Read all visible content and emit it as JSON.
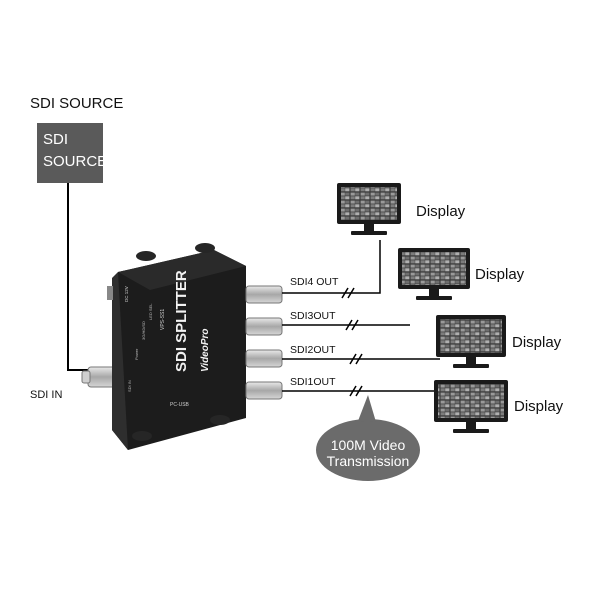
{
  "source": {
    "title": "SDI SOURCE",
    "box_text": "SDI SOURCE"
  },
  "input_label": "SDI IN",
  "device": {
    "name": "SDI SPLITTER",
    "brand": "VideoPro",
    "model": "VPS-SS1",
    "power": "DC 12V",
    "mode": "PC-USB",
    "side_labels": [
      "SDI IN",
      "Power",
      "3G/HD/SD",
      "LED SEL"
    ]
  },
  "outputs": [
    {
      "label": "SDI4 OUT",
      "display": "Display"
    },
    {
      "label": "SDI3OUT",
      "display": "Display"
    },
    {
      "label": "SDI2OUT",
      "display": "Display"
    },
    {
      "label": "SDI1OUT",
      "display": "Display"
    }
  ],
  "bubble": {
    "line1": "100M Video",
    "line2": "Transmission"
  },
  "colors": {
    "device_body": "#1c1c1c",
    "source_box": "#5a5a5a",
    "bubble": "#6b6b6b",
    "bezel": "#1a1a1a"
  }
}
